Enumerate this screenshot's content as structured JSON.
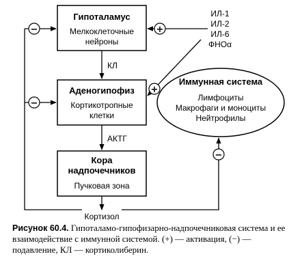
{
  "boxes": {
    "hypothalamus": {
      "title": "Гипоталамус",
      "line1": "Мелкоклеточные",
      "line2": "нейроны"
    },
    "pituitary": {
      "title": "Аденогипофиз",
      "line1": "Кортикотропные",
      "line2": "клетки"
    },
    "adrenal": {
      "title1": "Кора",
      "title2": "надпочечников",
      "line1": "Пучковая зона"
    },
    "immune": {
      "title": "Иммунная система",
      "line1": "Лимфоциты",
      "line2": "Макрофаги и моноциты",
      "line3": "Нейтрофилы"
    }
  },
  "labels": {
    "kl": "КЛ",
    "actg": "АКТГ",
    "cortisol": "Кортизол",
    "il1": "ИЛ-1",
    "il2": "ИЛ-2",
    "il6": "ИЛ-6",
    "tnf": "ФНОα"
  },
  "signs": {
    "plus": "+",
    "minus": "−"
  },
  "caption": {
    "title": "Рисунок 60.4.",
    "text": "Гипоталамо-гипофизарно-надпочечниковая система и ее взаимодействие с иммунной системой. (+) — активация, (−) — подавление, КЛ — кортиколиберин."
  }
}
